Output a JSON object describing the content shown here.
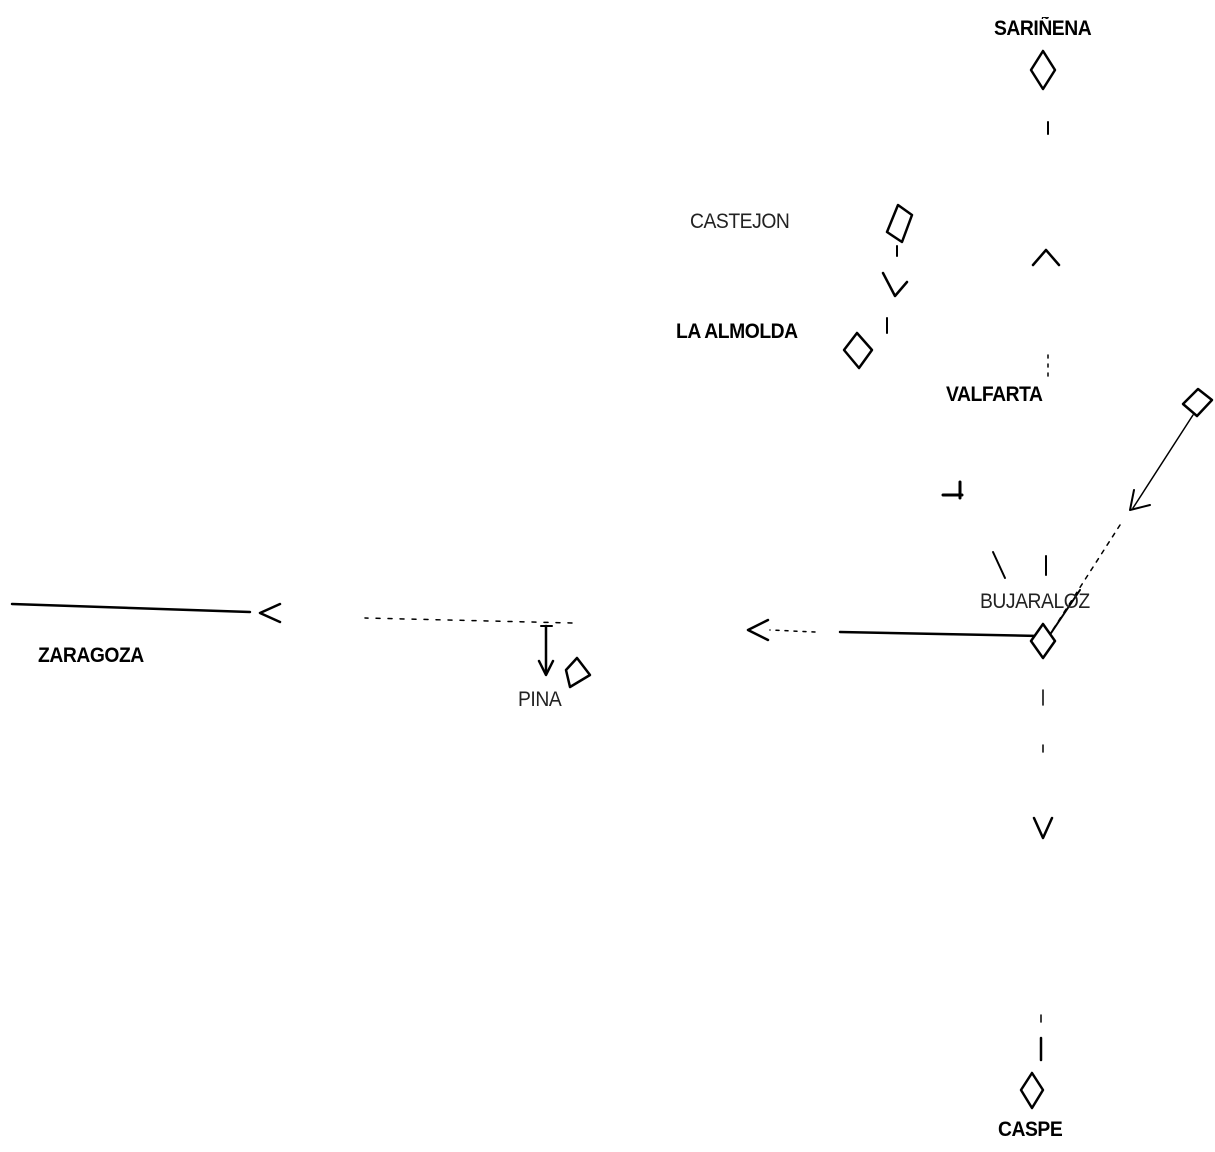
{
  "map": {
    "places": {
      "sarinena": "SARIÑENA",
      "castejon": "CASTEJON",
      "la_almolda": "LA ALMOLDA",
      "valfarta": "VALFARTA",
      "bujaraloz": "BUJARALOZ",
      "zaragoza": "ZARAGOZA",
      "pina": "PINA",
      "caspe": "CASPE"
    },
    "colors": {
      "ink": "#000000",
      "background": "#ffffff"
    },
    "icons": {
      "town": "diamond-marker-icon",
      "direction": "arrowhead-icon"
    }
  }
}
